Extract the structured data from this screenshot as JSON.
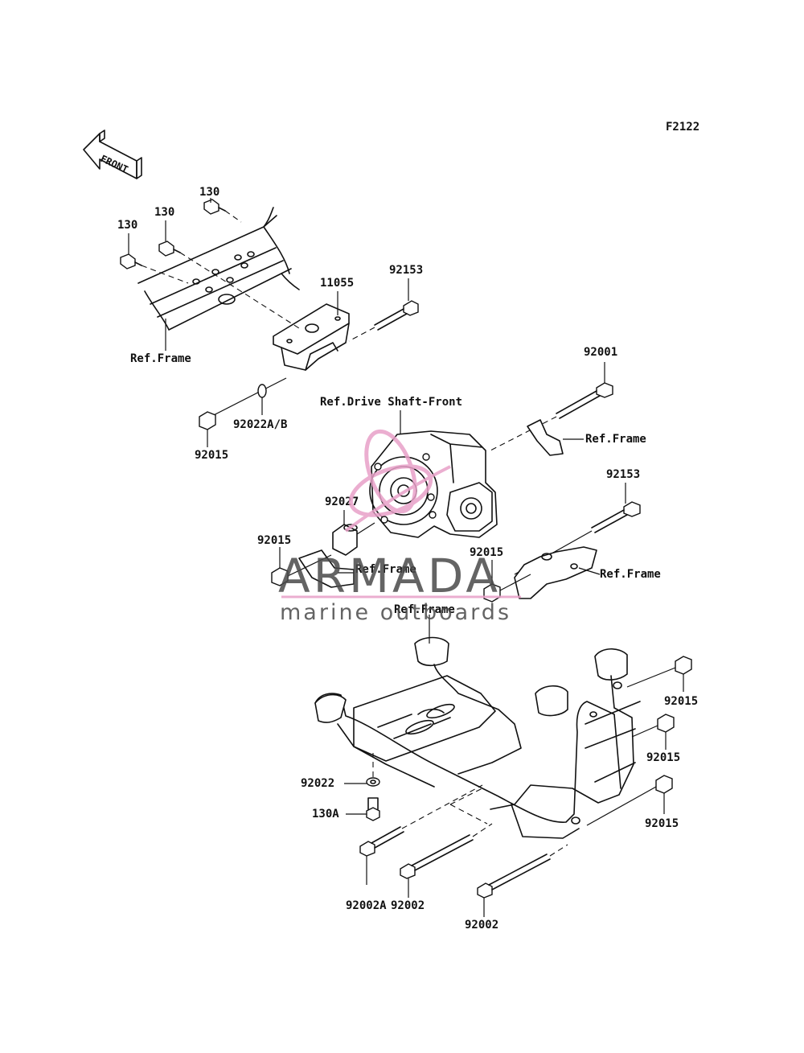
{
  "figure_code": "F2122",
  "front_arrow_text": "FRONT",
  "labels": {
    "l130_a": "130",
    "l130_b": "130",
    "l130_c": "130",
    "l11055": "11055",
    "l92153_a": "92153",
    "ref_frame_1": "Ref.Frame",
    "l92022ab": "92022A/B",
    "l92015_a": "92015",
    "ref_drive_shaft": "Ref.Drive Shaft-Front",
    "l92001": "92001",
    "ref_frame_2": "Ref.Frame",
    "l92153_b": "92153",
    "l92027": "92027",
    "l92015_b": "92015",
    "l92015_c": "92015",
    "ref_frame_3": "Ref.Frame",
    "ref_frame_4": "Ref.Frame",
    "ref_frame_5": "Ref.Frame",
    "l92015_d": "92015",
    "l92015_e": "92015",
    "l92015_f": "92015",
    "l92022": "92022",
    "l130a": "130A",
    "l92002a": "92002A",
    "l92002_a": "92002",
    "l92002_b": "92002"
  },
  "watermark": {
    "brand": "ARMADA",
    "tagline": "marine outboards",
    "logo_color": "#e8a0c8"
  }
}
